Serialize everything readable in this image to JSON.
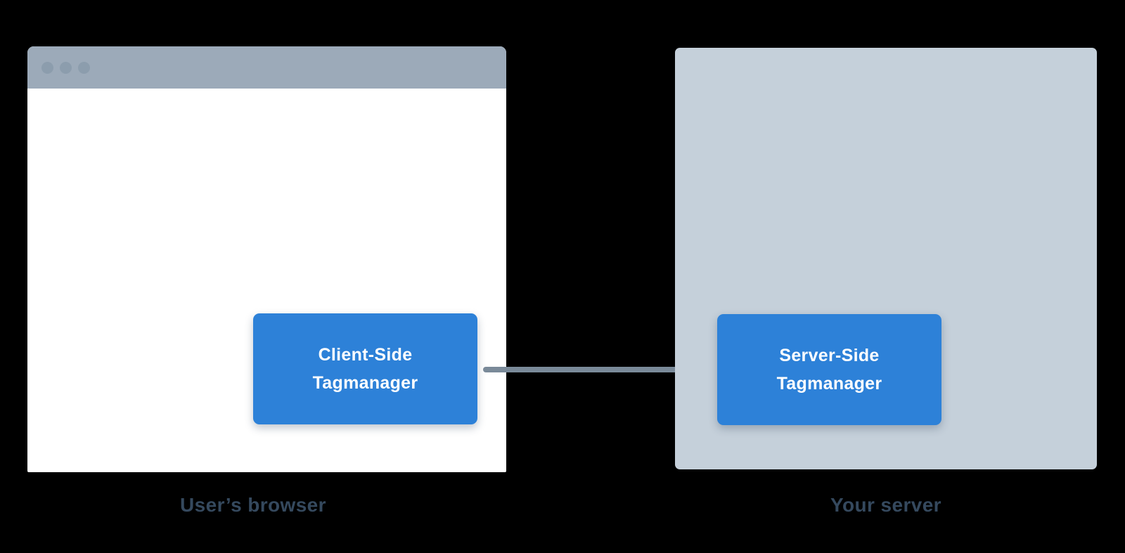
{
  "diagram": {
    "background_color": "#000000",
    "browser": {
      "caption": "User’s browser",
      "titlebar_color": "#9CAAB9",
      "dot_color": "#8C9DAD",
      "body_color": "#FFFFFF",
      "box": {
        "line1": "Client-Side",
        "line2": "Tagmanager"
      }
    },
    "server": {
      "caption": "Your server",
      "panel_color": "#C5D0DA",
      "box": {
        "line1": "Server-Side",
        "line2": "Tagmanager"
      }
    },
    "arrow": {
      "direction": "right",
      "color": "#7A8A99"
    },
    "colors": {
      "box_blue": "#2D81D8",
      "box_text": "#FFFFFF",
      "caption_text": "#35495E"
    }
  }
}
